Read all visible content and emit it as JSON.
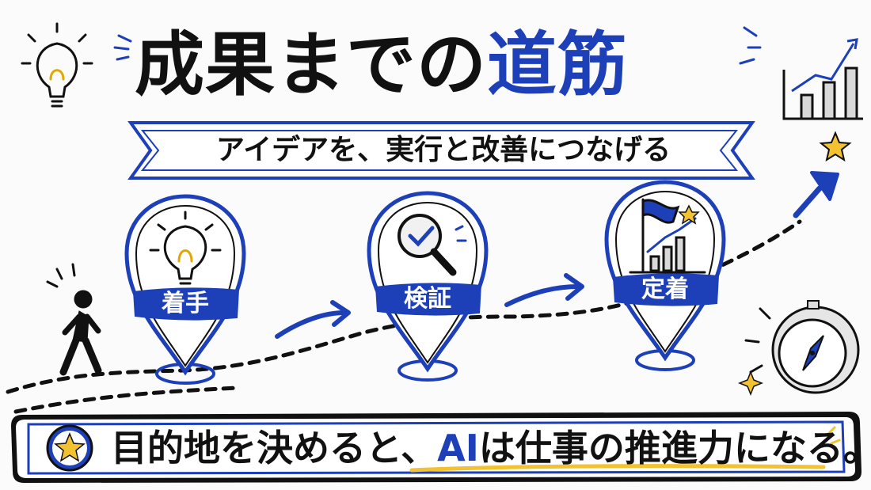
{
  "title": {
    "black_part": "成果までの",
    "blue_part": "道筋"
  },
  "subtitle": "アイデアを、実行と改善につなげる",
  "steps": [
    {
      "label": "着手",
      "icon": "lightbulb-icon"
    },
    {
      "label": "検証",
      "icon": "magnifier-check-icon"
    },
    {
      "label": "定着",
      "icon": "flag-growth-chart-icon"
    }
  ],
  "footer": {
    "part1": "目的地を決めると、",
    "ai": "AI",
    "part2": "は仕事の推進力になる。"
  },
  "colors": {
    "accent": "#1d3fb8",
    "gold": "#f2c230",
    "ink": "#111111",
    "background": "#fbfbfb"
  }
}
